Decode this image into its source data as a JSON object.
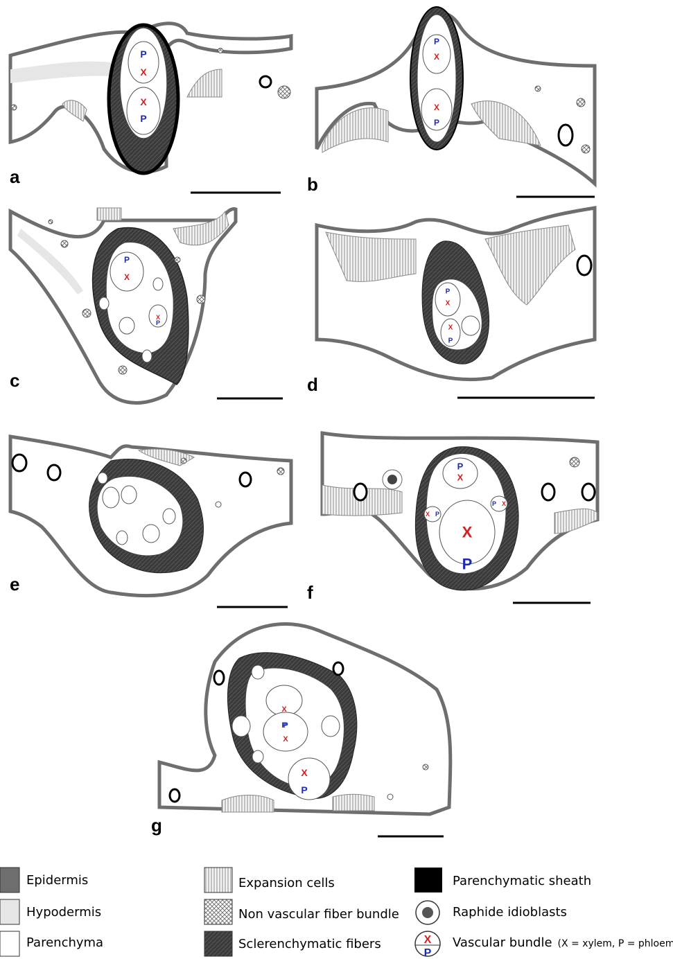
{
  "panels": {
    "a": "a",
    "b": "b",
    "c": "c",
    "d": "d",
    "e": "e",
    "f": "f",
    "g": "g"
  },
  "bundle_marks": {
    "xylem": "X",
    "phloem": "P"
  },
  "legend": {
    "epidermis": "Epidermis",
    "hypodermis": "Hypodermis",
    "parenchyma": "Parenchyma",
    "expansion_cells": "Expansion cells",
    "non_vascular_fiber_bundle": "Non vascular fiber bundle",
    "sclerenchymatic_fibers": "Sclerenchymatic fibers",
    "parenchymatic_sheath": "Parenchymatic sheath",
    "raphide_idioblasts": "Raphide idioblasts",
    "vascular_bundle": "Vascular bundle",
    "vascular_bundle_note": "(X = xylem, P = phloem)"
  },
  "colors": {
    "epidermis": "#6e6e6e",
    "hypodermis": "#e6e6e6",
    "parenchyma": "#ffffff",
    "sclerenchyma": "#3c3c3c",
    "sheath": "#000000",
    "xylem_mark": "#d42020",
    "phloem_mark": "#1c2ab8"
  }
}
